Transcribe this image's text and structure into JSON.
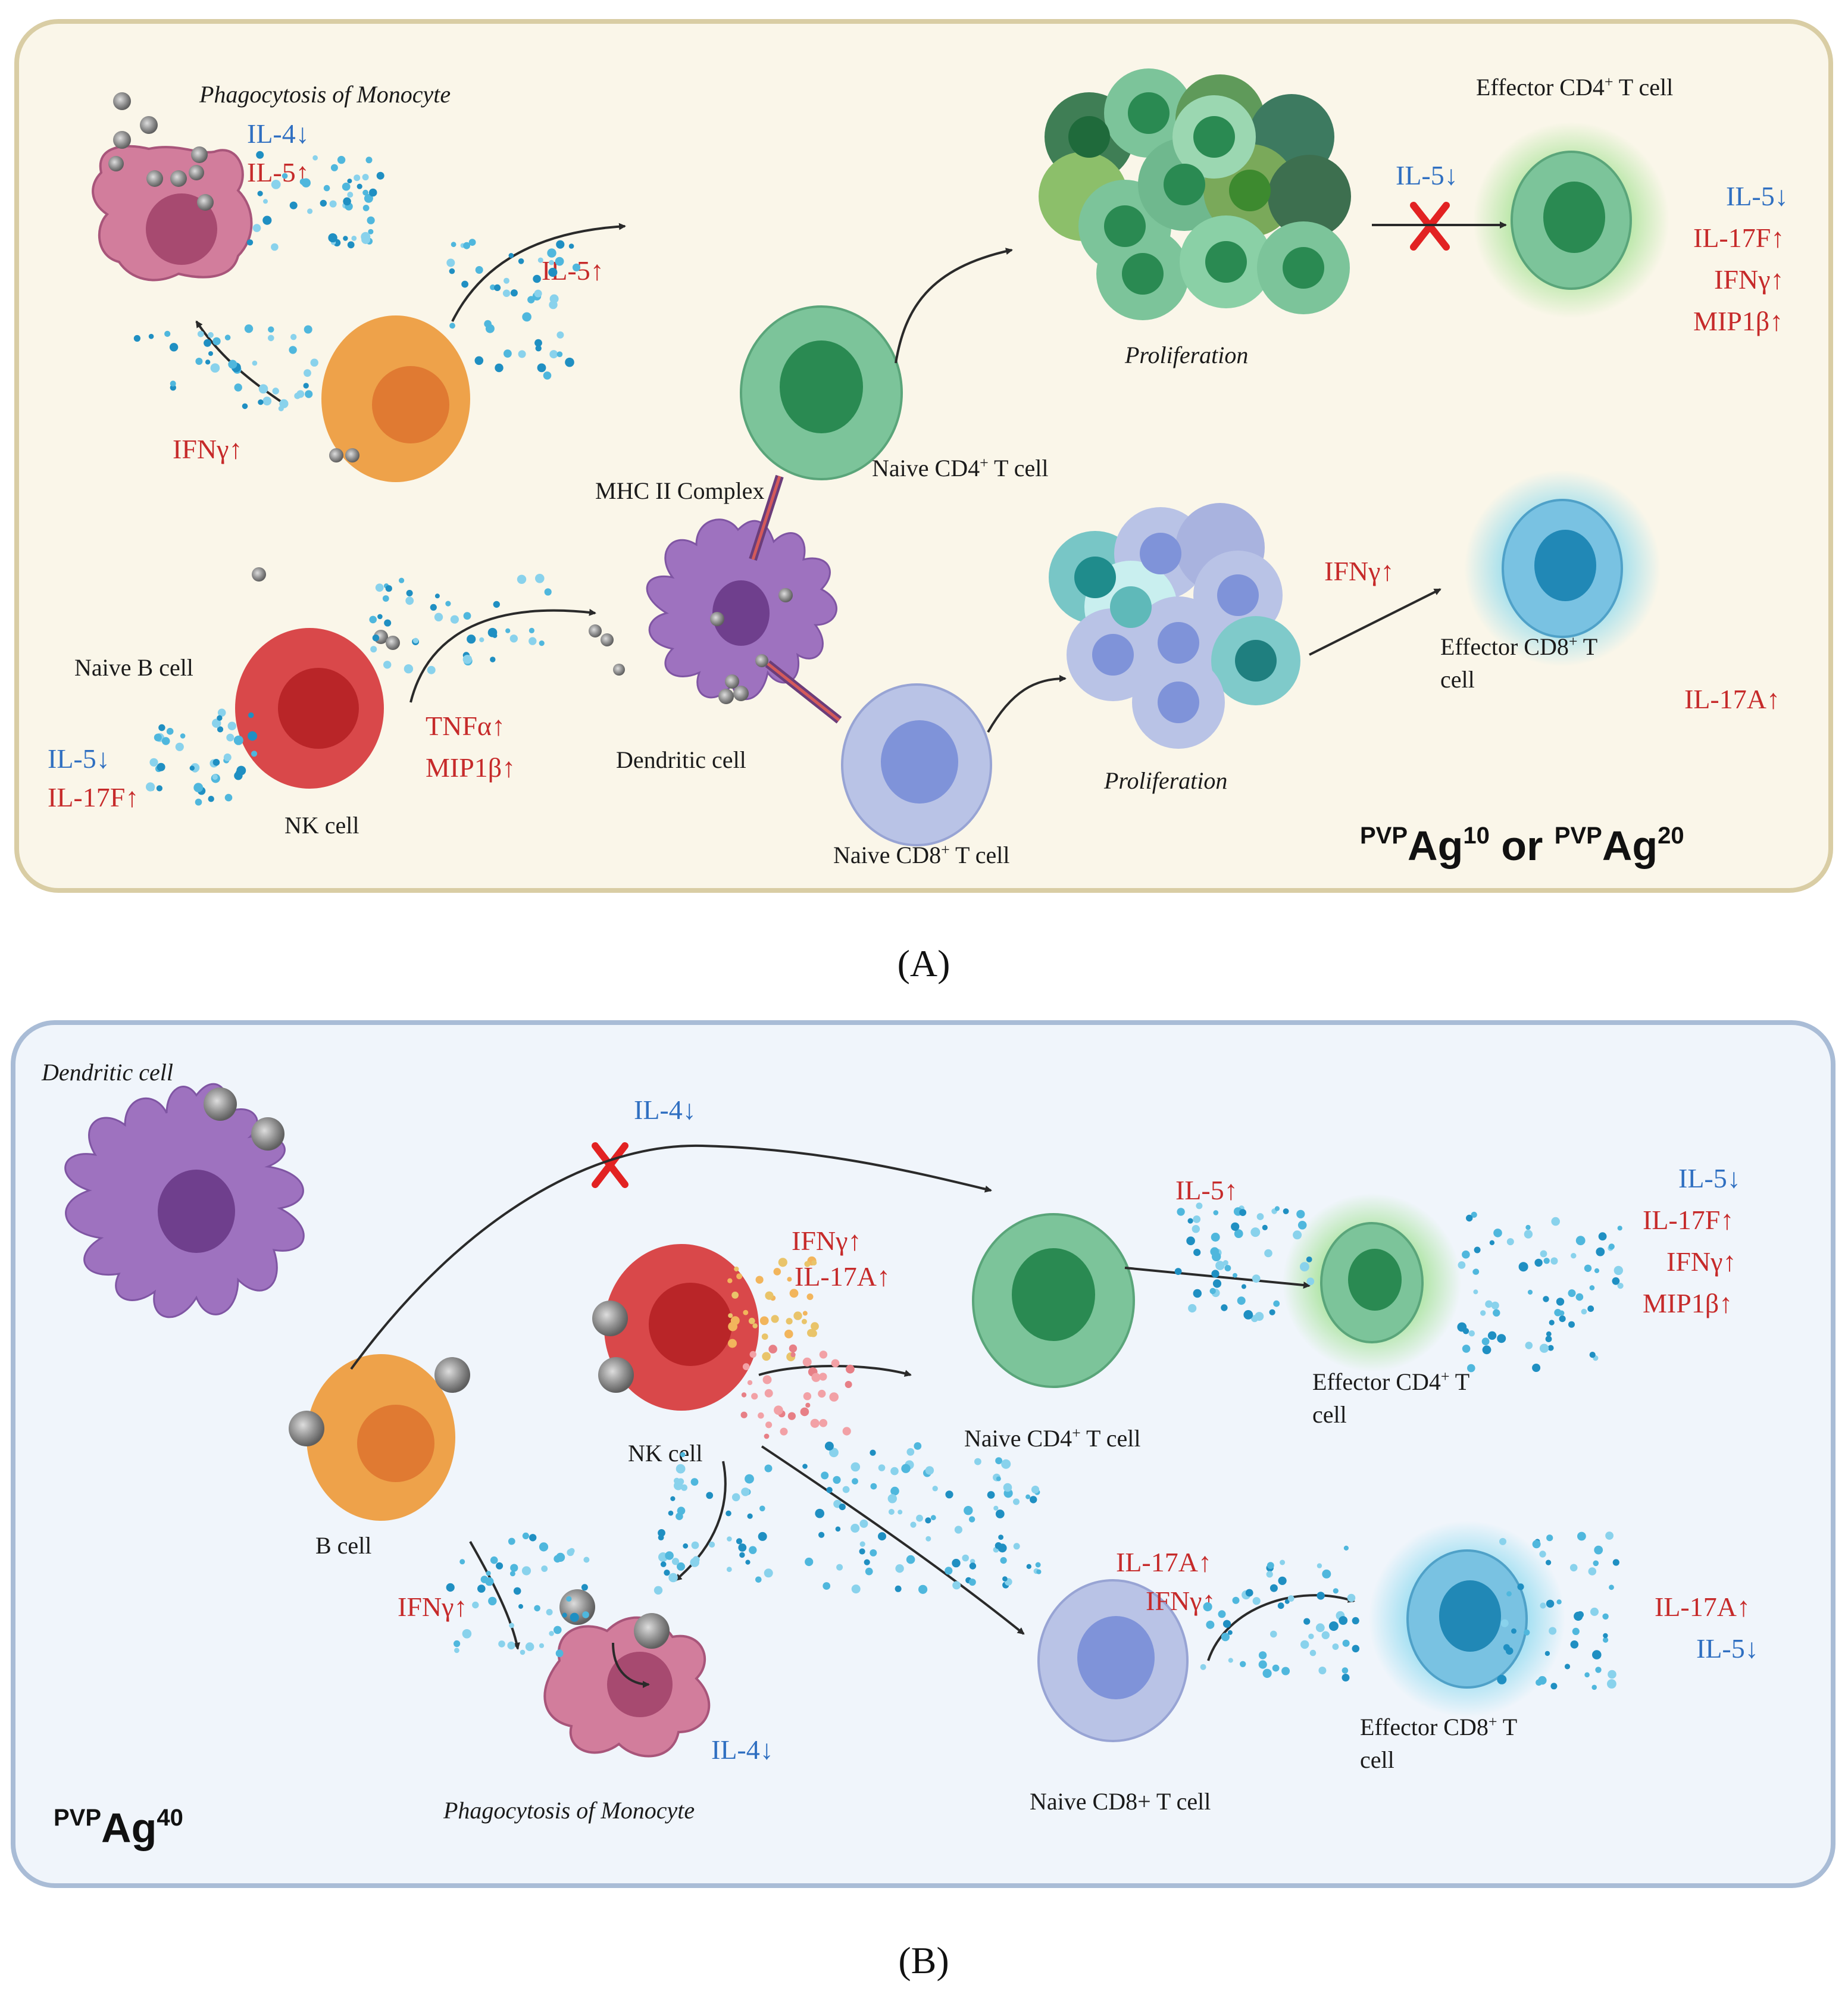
{
  "colors": {
    "panel_a_bg": "#faf6e9",
    "panel_a_border": "#d9cda4",
    "panel_b_bg": "#f0f5fb",
    "panel_b_border": "#a9bcd6",
    "up": "#c62a2a",
    "down": "#2f6fc1",
    "cd4": "#7cc49a",
    "cd8": "#b9c3e6",
    "b_cell": "#eea24a",
    "nk_cell": "#d9484a",
    "dendritic": "#9e72bf",
    "monocyte": "#d27d9c"
  },
  "icons": [
    "cross-mark-icon",
    "arrow-icon",
    "dot-cloud-icon",
    "antigen-particle-icon"
  ],
  "panel_a": {
    "caption": "(A)",
    "condition_prefix_1": "PVP",
    "condition_base_1": "Ag",
    "condition_sup_1": "10",
    "condition_joiner": " or ",
    "condition_prefix_2": "PVP",
    "condition_base_2": "Ag",
    "condition_sup_2": "20",
    "labels": {
      "phagocytosis": "Phagocytosis of  Monocyte",
      "naive_b_cell": "Naive B cell",
      "nk_cell": "NK cell",
      "mhc_ii": "MHC II Complex",
      "dendritic": "Dendritic cell",
      "naive_cd4_1": "Naive CD4",
      "naive_cd4_sup": "+",
      "naive_cd4_2": " T cell",
      "naive_cd8_1": "Naive CD8",
      "naive_cd8_sup": "+",
      "naive_cd8_2": " T cell",
      "proliferation_top": "Proliferation",
      "proliferation_bottom": "Proliferation",
      "effector_cd4_1": "Effector CD4",
      "effector_cd4_sup": "+",
      "effector_cd4_2": " T cell",
      "effector_cd8_1": "Effector CD8",
      "effector_cd8_sup": "+",
      "effector_cd8_2": " T",
      "effector_cd8_3": "cell"
    },
    "cytokines": {
      "mono_il4": "IL-4↓",
      "mono_il5": "IL-5↑",
      "b_il5": "IL-5↑",
      "b_ifng": "IFNγ↑",
      "nk_tnfa": "TNFα↑",
      "nk_mip1b": "MIP1β↑",
      "naiveb_il5": "IL-5↓",
      "naiveb_il17f": "IL-17F↑",
      "cd4_il5": "IL-5↓",
      "eff4_il5": "IL-5↓",
      "eff4_il17f": "IL-17F↑",
      "eff4_ifng": "IFNγ↑",
      "eff4_mip1b": "MIP1β↑",
      "cd8_ifng": "IFNγ↑",
      "eff8_il17a": "IL-17A↑"
    }
  },
  "panel_b": {
    "caption": "(B)",
    "condition_prefix": "PVP",
    "condition_base": "Ag",
    "condition_sup": "40",
    "labels": {
      "dendritic": "Dendritic cell",
      "b_cell": "B cell",
      "nk_cell": "NK cell",
      "phagocytosis": "Phagocytosis of  Monocyte",
      "naive_cd4_1": "Naive CD4",
      "naive_cd4_sup": "+",
      "naive_cd4_2": " T cell",
      "naive_cd8": "Naive CD8+ T cell",
      "effector_cd4_1": "Effector CD4",
      "effector_cd4_sup": "+",
      "effector_cd4_2": " T",
      "effector_cd4_3": "cell",
      "effector_cd8_1": "Effector CD8",
      "effector_cd8_sup": "+",
      "effector_cd8_2": " T",
      "effector_cd8_3": "cell"
    },
    "cytokines": {
      "dc_il4": "IL-4↓",
      "nk_ifng": "IFNγ↑",
      "nk_il17a": "IL-17A↑",
      "b_ifng": "IFNγ↑",
      "mono_il4": "IL-4↓",
      "cd4_il5": "IL-5↑",
      "eff4_il5": "IL-5↓",
      "eff4_il17f": "IL-17F↑",
      "eff4_ifng": "IFNγ↑",
      "eff4_mip1b": "MIP1β↑",
      "cd8_il17a": "IL-17A↑",
      "cd8_ifng": "IFNγ↑",
      "eff8_il17a": "IL-17A↑",
      "eff8_il5": "IL-5↓"
    }
  }
}
